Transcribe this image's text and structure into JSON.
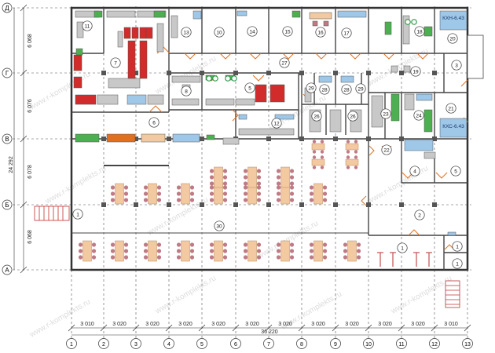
{
  "axes": {
    "columns": [
      "1",
      "2",
      "3",
      "4",
      "5",
      "6",
      "7",
      "8",
      "9",
      "10",
      "11",
      "12",
      "13"
    ],
    "rows": [
      "Д",
      "Г",
      "В",
      "Б",
      "А"
    ]
  },
  "dimensions": {
    "bottom_spans": [
      "3 010",
      "3 020",
      "3 020",
      "3 020",
      "3 020",
      "3 020",
      "3 020",
      "3 020",
      "3 020",
      "3 020",
      "3 020",
      "3 010"
    ],
    "bottom_total": "36 220",
    "left_spans": [
      "6 068",
      "6 076",
      "6 078",
      "6 068"
    ],
    "left_total": "24 292"
  },
  "rooms": [
    {
      "id": "r11",
      "label": "11"
    },
    {
      "id": "r7",
      "label": "7"
    },
    {
      "id": "r13",
      "label": "13"
    },
    {
      "id": "r10",
      "label": "10"
    },
    {
      "id": "r14",
      "label": "14"
    },
    {
      "id": "r15",
      "label": "15"
    },
    {
      "id": "r16",
      "label": "16"
    },
    {
      "id": "r17",
      "label": "17"
    },
    {
      "id": "r18",
      "label": "18"
    },
    {
      "id": "r20",
      "label": "20"
    },
    {
      "id": "r27",
      "label": "27"
    },
    {
      "id": "r19",
      "label": "19"
    },
    {
      "id": "r3",
      "label": "3"
    },
    {
      "id": "r8",
      "label": "8"
    },
    {
      "id": "r5",
      "label": "5"
    },
    {
      "id": "r6",
      "label": "6"
    },
    {
      "id": "r12",
      "label": "12"
    },
    {
      "id": "r29a",
      "label": "29"
    },
    {
      "id": "r29b",
      "label": "29"
    },
    {
      "id": "r28a",
      "label": "28"
    },
    {
      "id": "r28b",
      "label": "28"
    },
    {
      "id": "r26a",
      "label": "26"
    },
    {
      "id": "r26b",
      "label": "26"
    },
    {
      "id": "r23",
      "label": "23"
    },
    {
      "id": "r24",
      "label": "24"
    },
    {
      "id": "r21",
      "label": "21"
    },
    {
      "id": "r22",
      "label": "22"
    },
    {
      "id": "r4",
      "label": "4"
    },
    {
      "id": "r5b",
      "label": "5"
    },
    {
      "id": "r30",
      "label": "30"
    },
    {
      "id": "r2",
      "label": "2"
    },
    {
      "id": "r1a",
      "label": "1"
    },
    {
      "id": "r1b",
      "label": "1"
    },
    {
      "id": "r1c",
      "label": "1"
    },
    {
      "id": "r1d",
      "label": "1"
    }
  ],
  "equipment_labels": {
    "chiller_top": "КХН-6.43",
    "chiller_bottom": "КХС-6.43"
  },
  "watermark": "www.r-komplekts.ru",
  "colors": {
    "wall": "#3a3a3a",
    "door": "#e07020",
    "table": "#f2c9a0",
    "chair": "#c07a86",
    "equip_red": "#d22b2b",
    "equip_green": "#4caf50",
    "equip_blue": "#9ec7e8",
    "equip_gray": "#c8c8c8"
  }
}
